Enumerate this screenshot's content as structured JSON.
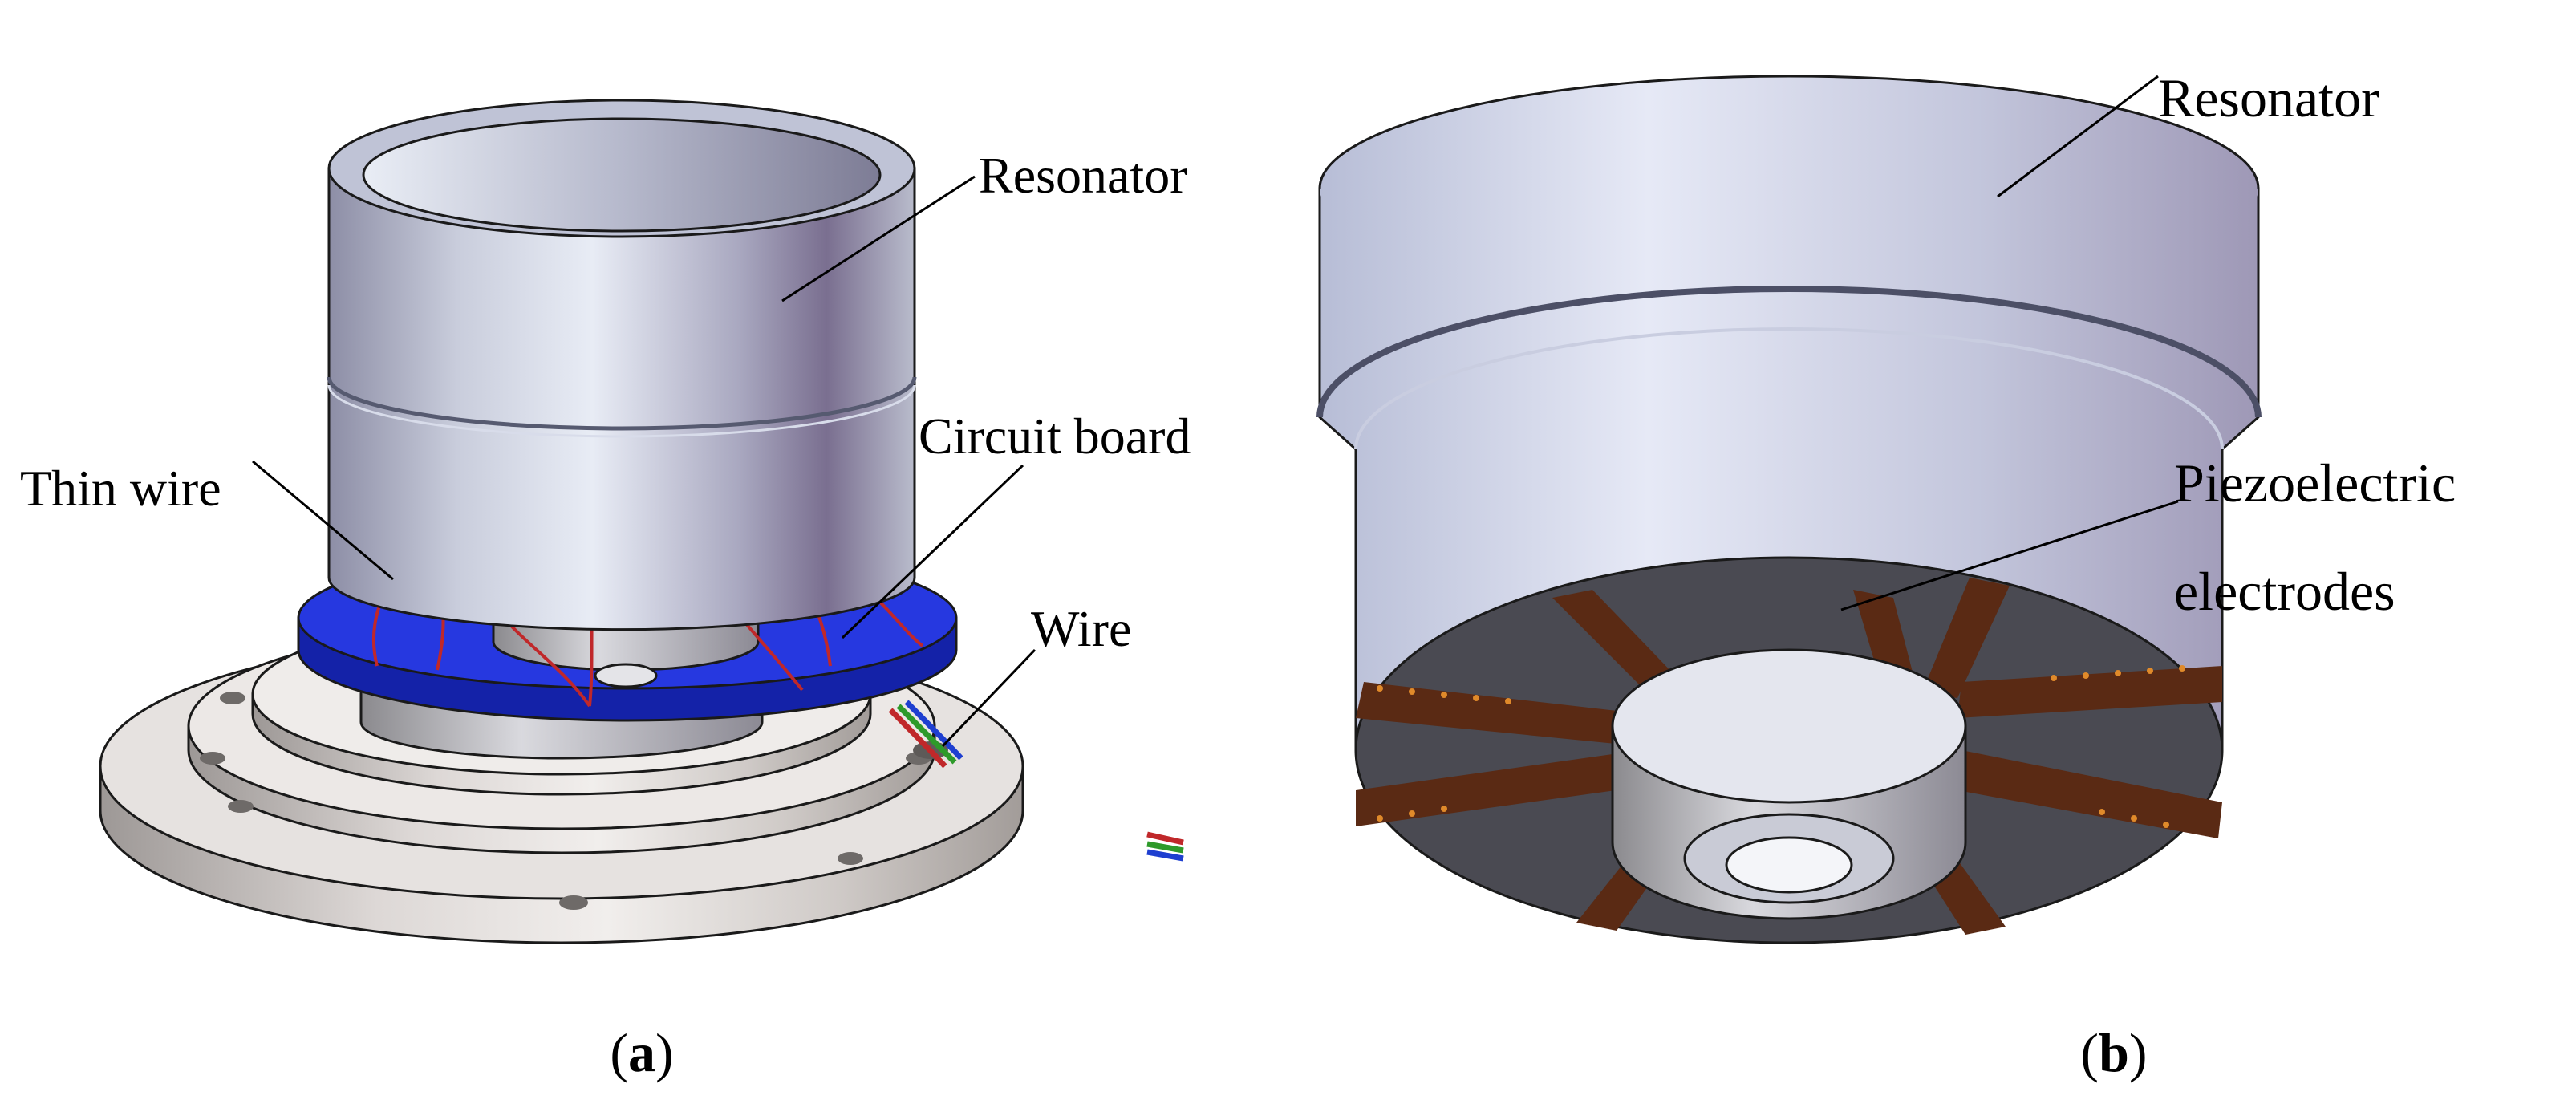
{
  "panel_a": {
    "labels": {
      "resonator": "Resonator",
      "circuit_board": "Circuit board",
      "thin_wire": "Thin wire",
      "wire": "Wire"
    },
    "caption": {
      "open": "(",
      "letter": "a",
      "close": ")"
    }
  },
  "panel_b": {
    "labels": {
      "resonator": "Resonator",
      "piezo_line1": "Piezoelectric",
      "piezo_line2": "electrodes"
    },
    "caption": {
      "open": "(",
      "letter": "b",
      "close": ")"
    }
  },
  "colors": {
    "metal_light": "#e2e6f2",
    "metal_mid": "#aab0c8",
    "metal_dark": "#6f6e88",
    "board_blue": "#1d2fd6",
    "piezo_dark": "#4a4a52",
    "electrode_brown": "#5a2a14",
    "wire_red": "#c0282a",
    "base_light": "#e8e4e2",
    "base_dark": "#9a9694"
  }
}
